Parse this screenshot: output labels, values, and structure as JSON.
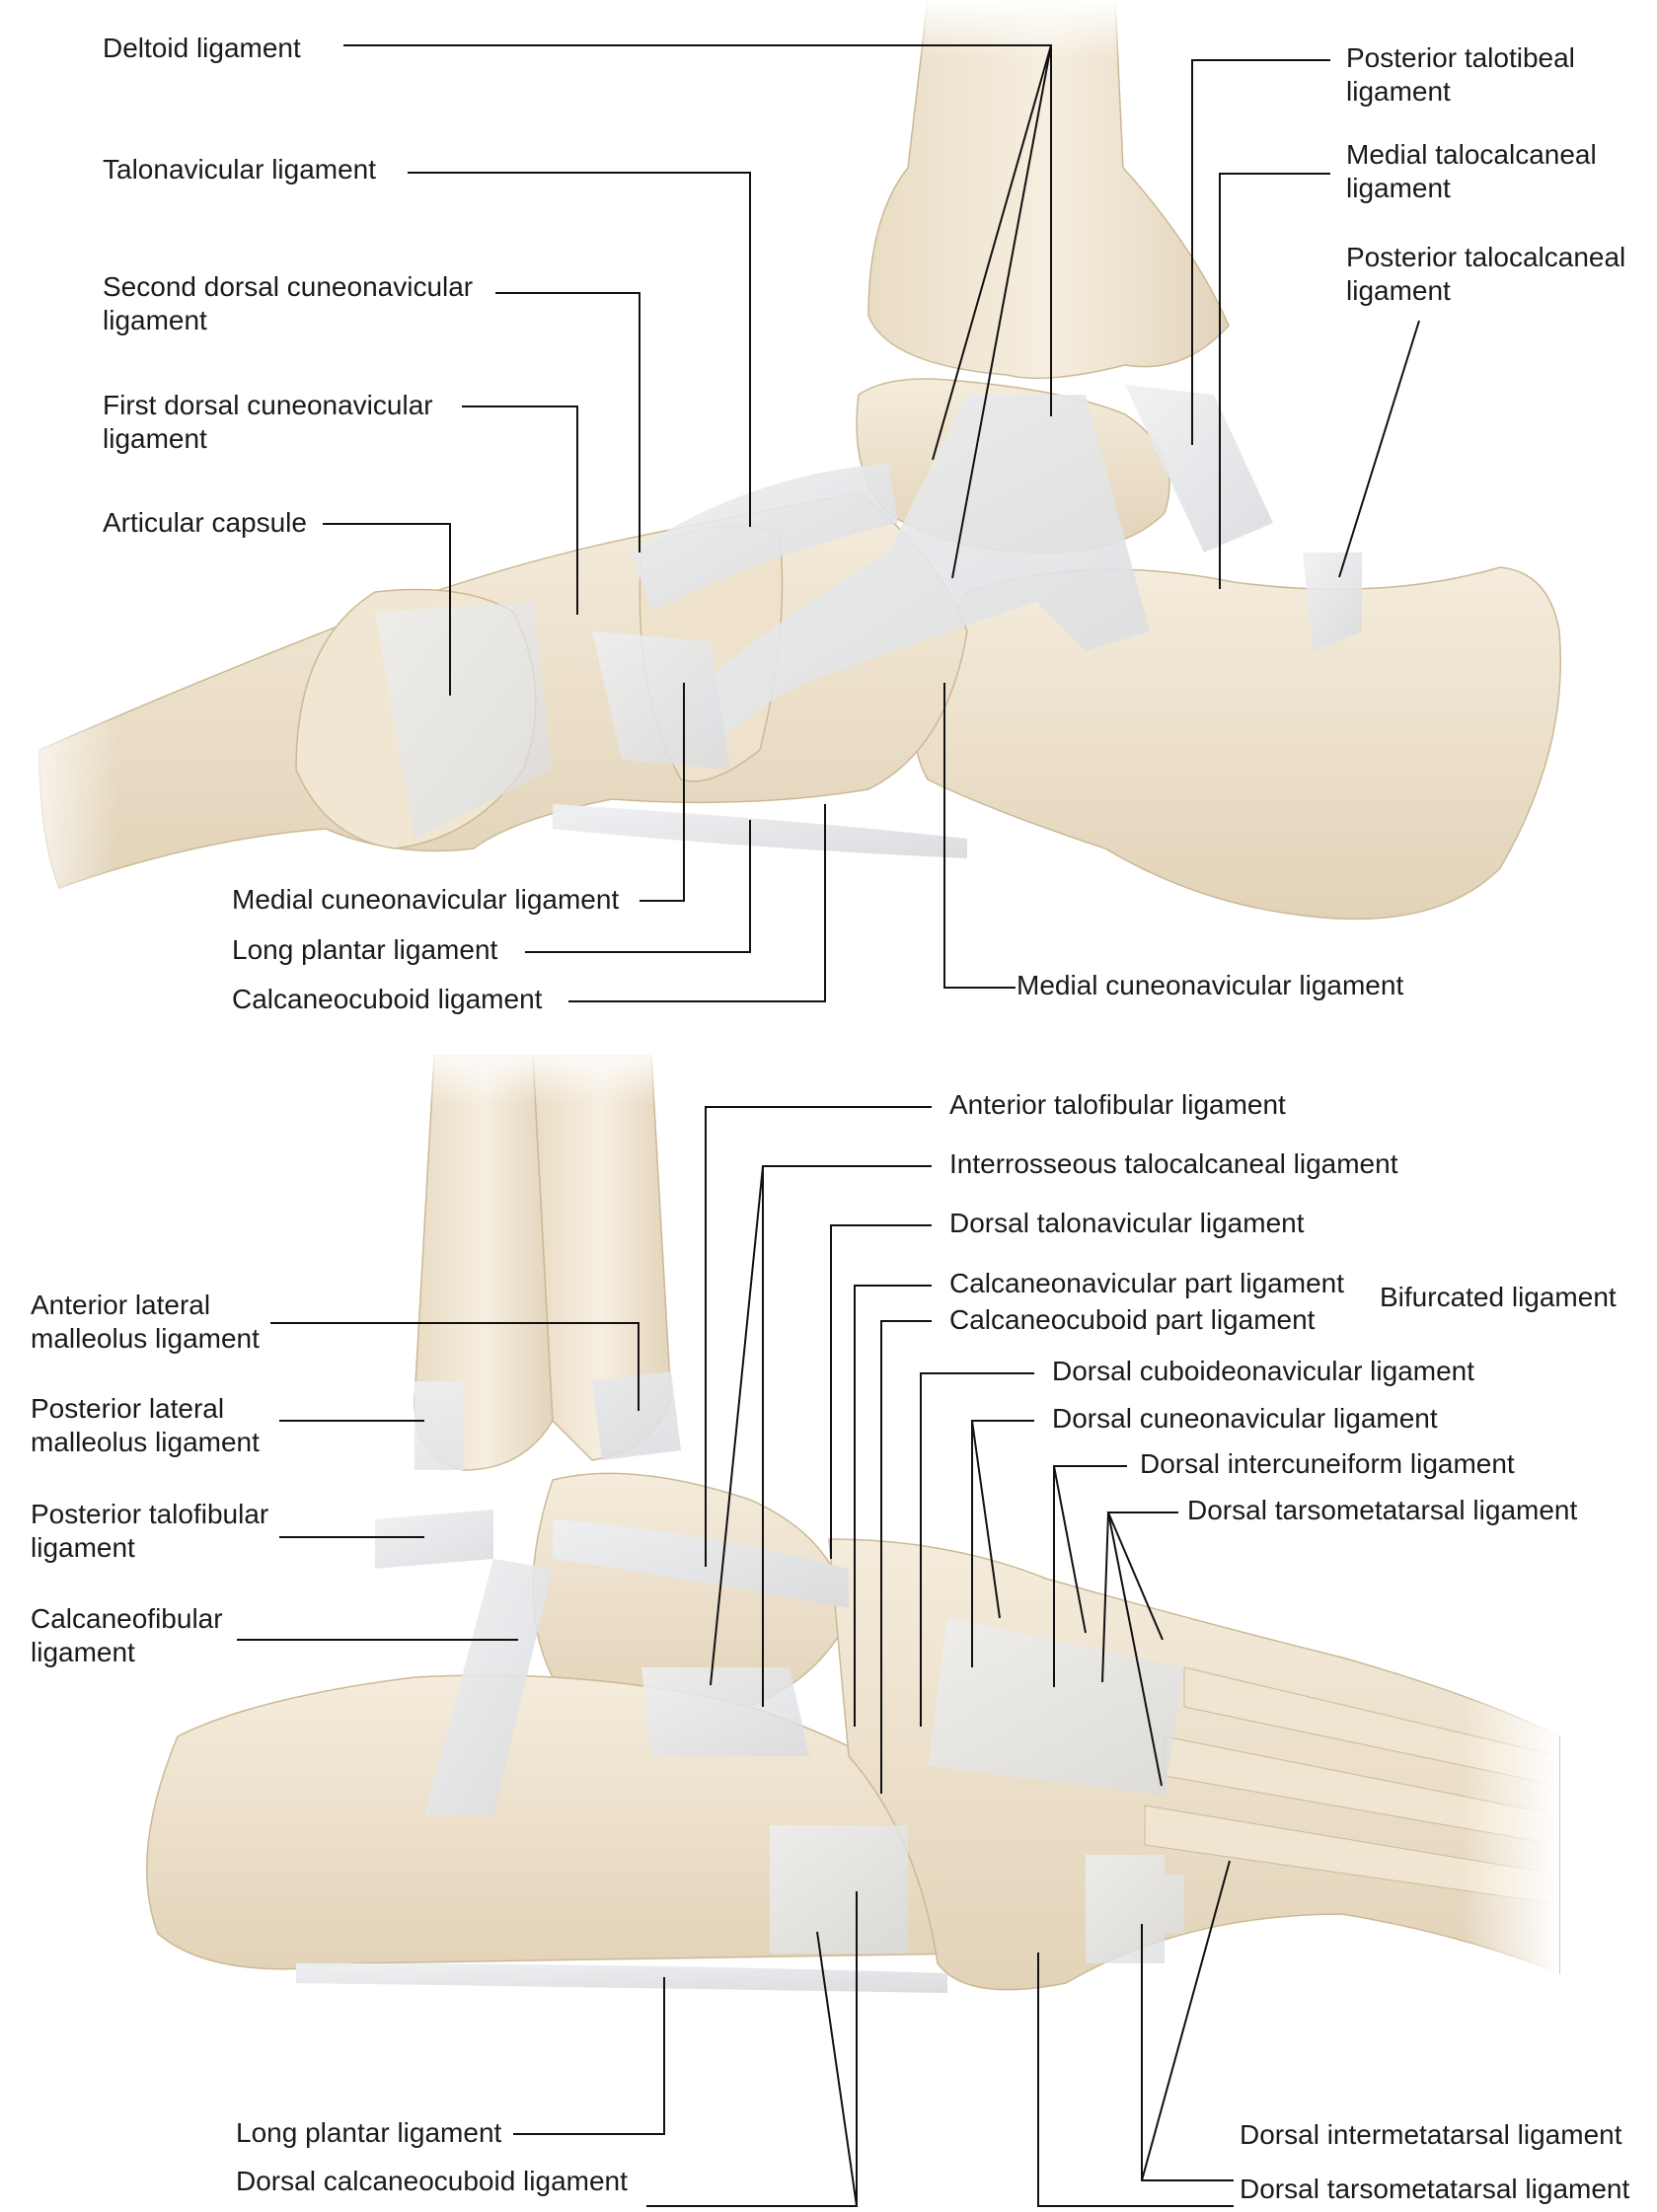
{
  "colors": {
    "bone": "#efe4d0",
    "bone_shadow": "#d8c9ad",
    "ligament": "#e6e7e9",
    "leader": "#111111",
    "text": "#1a1a1a"
  },
  "medial_view": {
    "deltoid": "Deltoid ligament",
    "talonavicular": "Talonavicular ligament",
    "second_dorsal_cuneonavicular_1": "Second dorsal cuneonavicular",
    "second_dorsal_cuneonavicular_2": "ligament",
    "first_dorsal_cuneonavicular_1": "First dorsal cuneonavicular",
    "first_dorsal_cuneonavicular_2": "ligament",
    "articular_capsule": "Articular capsule",
    "posterior_talotibeal_1": "Posterior talotibeal",
    "posterior_talotibeal_2": "ligament",
    "medial_talocalcaneal_1": "Medial talocalcaneal",
    "medial_talocalcaneal_2": "ligament",
    "posterior_talocalcaneal_1": "Posterior talocalcaneal",
    "posterior_talocalcaneal_2": "ligament",
    "medial_cuneonavicular": "Medial cuneonavicular ligament",
    "long_plantar": "Long plantar ligament",
    "calcaneocuboid": "Calcaneocuboid ligament",
    "medial_cuneonavicular_2": "Medial cuneonavicular ligament"
  },
  "lateral_view": {
    "anterior_talofibular": "Anterior talofibular ligament",
    "interrosseous_talocalcaneal": "Interrosseous talocalcaneal ligament",
    "dorsal_talonavicular": "Dorsal talonavicular ligament",
    "calcaneonavicular_part": "Calcaneonavicular part ligament",
    "calcaneocuboid_part": "Calcaneocuboid part ligament",
    "bifurcated": "Bifurcated ligament",
    "dorsal_cuboideonavicular": "Dorsal cuboideonavicular ligament",
    "dorsal_cuneonavicular": "Dorsal cuneonavicular ligament",
    "dorsal_intercuneiform": "Dorsal intercuneiform ligament",
    "dorsal_tarsometatarsal": "Dorsal tarsometatarsal ligament",
    "anterior_lateral_malleolus_1": "Anterior lateral",
    "anterior_lateral_malleolus_2": "malleolus ligament",
    "posterior_lateral_malleolus_1": "Posterior lateral",
    "posterior_lateral_malleolus_2": "malleolus ligament",
    "posterior_talofibular_1": "Posterior talofibular",
    "posterior_talofibular_2": "ligament",
    "calcaneofibular_1": "Calcaneofibular",
    "calcaneofibular_2": "ligament",
    "long_plantar": "Long plantar ligament",
    "dorsal_calcaneocuboid": "Dorsal calcaneocuboid ligament",
    "dorsal_intermetatarsal": "Dorsal intermetatarsal ligament",
    "dorsal_tarsometatarsal_2": "Dorsal tarsometatarsal ligament"
  }
}
